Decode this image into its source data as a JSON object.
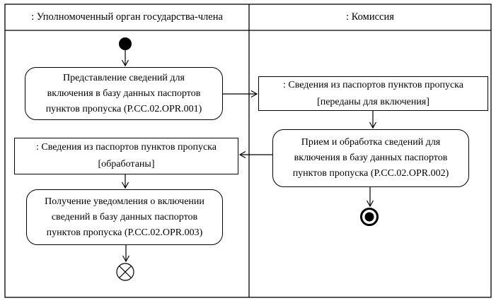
{
  "diagram": {
    "type": "uml-activity-diagram",
    "colors": {
      "line": "#000000",
      "background": "#ffffff",
      "text": "#000000"
    },
    "lanes": [
      {
        "id": "member-state-authority",
        "header": ": Уполномоченный орган государства-члена"
      },
      {
        "id": "commission",
        "header": ": Комиссия"
      }
    ],
    "nodes": {
      "initial": {
        "kind": "initial-node",
        "lane": "member-state-authority"
      },
      "action1": {
        "kind": "action",
        "lane": "member-state-authority",
        "label": "Представление сведений для\nвключения в базу данных паспортов\nпунктов пропуска (P.CC.02.OPR.001)"
      },
      "object1": {
        "kind": "object-node",
        "lane": "commission",
        "label": ": Сведения из паспортов пунктов пропуска\n[переданы для включения]"
      },
      "action2": {
        "kind": "action",
        "lane": "commission",
        "label": "Прием и обработка сведений для\nвключения в базу данных паспортов\nпунктов пропуска (P.CC.02.OPR.002)"
      },
      "object2": {
        "kind": "object-node",
        "lane": "member-state-authority",
        "label": ": Сведения из паспортов пунктов пропуска\n[обработаны]"
      },
      "action3": {
        "kind": "action",
        "lane": "member-state-authority",
        "label": "Получение уведомления о включении\nсведений в базу данных паспортов\nпунктов пропуска (P.CC.02.OPR.003)"
      },
      "activityFinal": {
        "kind": "activity-final-node",
        "lane": "commission"
      },
      "flowFinal": {
        "kind": "flow-final-node",
        "lane": "member-state-authority"
      }
    },
    "edges": [
      {
        "from": "initial",
        "to": "action1"
      },
      {
        "from": "action1",
        "to": "object1"
      },
      {
        "from": "object1",
        "to": "action2"
      },
      {
        "from": "action2",
        "to": "object2"
      },
      {
        "from": "action2",
        "to": "activityFinal"
      },
      {
        "from": "object2",
        "to": "action3"
      },
      {
        "from": "action3",
        "to": "flowFinal"
      }
    ]
  }
}
